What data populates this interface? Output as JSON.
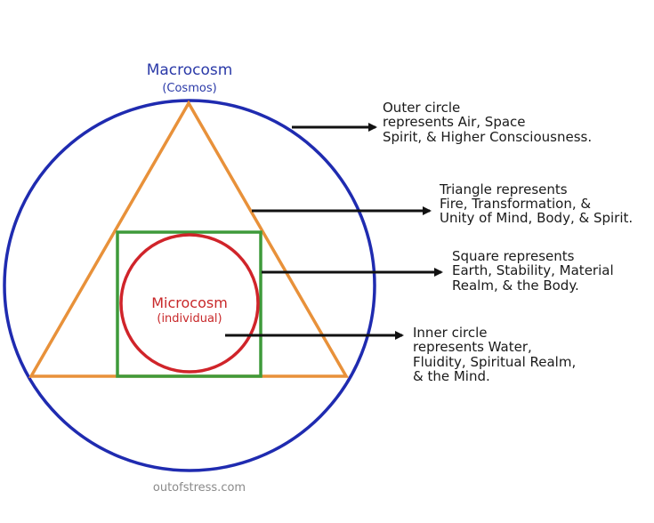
{
  "macrocosm": {
    "title": "Macrocosm",
    "subtitle": "(Cosmos)"
  },
  "microcosm": {
    "title": "Microcosm",
    "subtitle": "(individual)"
  },
  "annotations": {
    "outer_circle": [
      "Outer circle",
      "represents Air, Space",
      "Spirit, & Higher Consciousness."
    ],
    "triangle": [
      "Triangle represents",
      "Fire, Transformation, &",
      "Unity of Mind, Body, & Spirit."
    ],
    "square": [
      "Square represents",
      "Earth, Stability, Material",
      "Realm, & the Body."
    ],
    "inner_circle": [
      "Inner circle",
      "represents Water,",
      "Fluidity, Spiritual Realm,",
      "& the Mind."
    ]
  },
  "watermark": "outofstress.com",
  "colors": {
    "outer_circle": "#1f2bb0",
    "triangle": "#e8913a",
    "square": "#3e9a3a",
    "inner_circle": "#d0242a",
    "arrow": "#111111"
  }
}
